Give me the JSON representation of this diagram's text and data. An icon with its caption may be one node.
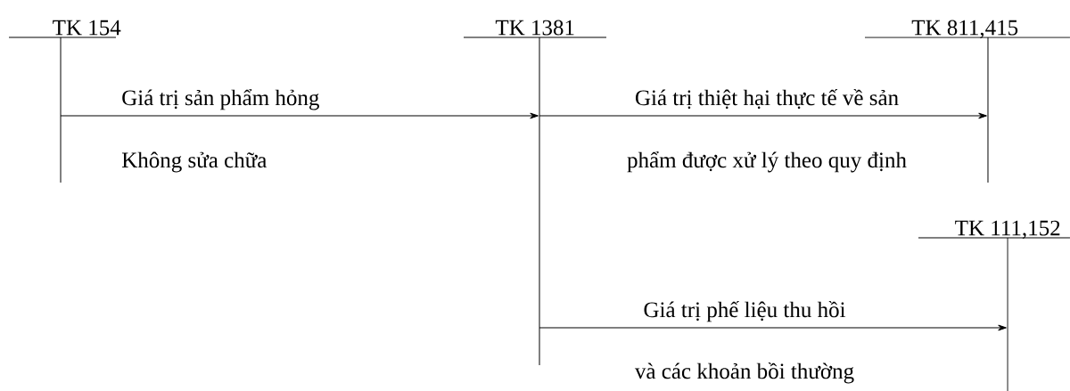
{
  "diagram": {
    "nodes": [
      {
        "text": [
          "TK 154"
        ]
      },
      {
        "text": [
          "TK 1381"
        ]
      },
      {
        "text": [
          "TK 811,415"
        ]
      },
      {
        "text": [
          "TK 111,152"
        ]
      }
    ],
    "edges": [
      {
        "from": 0,
        "to": 1,
        "arrow": "to",
        "label": "Giá trị sản phẩm hỏng"
      },
      {
        "from": 1,
        "to": 2,
        "arrow": "to",
        "label": "Giá trị thiệt hại thực tế về sản"
      },
      {
        "from": 1,
        "to": 3,
        "arrow": "to",
        "label": "Giá trị phế liệu thu hồi"
      }
    ],
    "labels": [
      "Không sửa chữa",
      "phẩm được xử lý theo quy định",
      "và các khoản bồi thường"
    ]
  }
}
